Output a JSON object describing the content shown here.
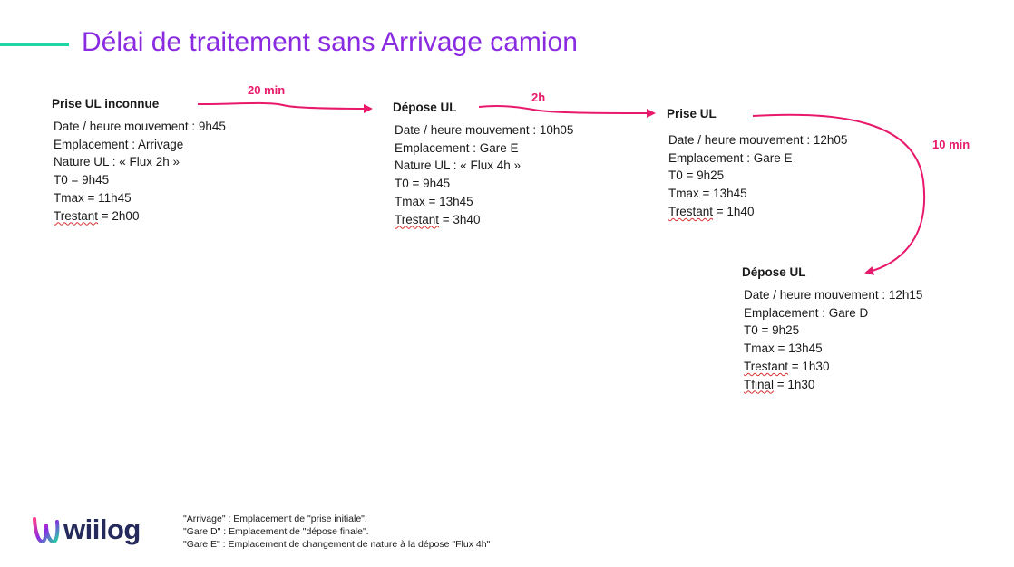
{
  "title": "Délai de traitement sans Arrivage camion",
  "colors": {
    "title": "#8a2be2",
    "accent_line": "#1fd6a4",
    "arrow": "#e8196b",
    "text": "#1a1a1a",
    "logo_text": "#252a5c"
  },
  "blocks": [
    {
      "head": "Prise UL inconnue",
      "lines": [
        {
          "text": "Date / heure mouvement : 9h45"
        },
        {
          "text": "Emplacement : Arrivage"
        },
        {
          "text": "Nature UL : « Flux 2h »"
        },
        {
          "text": "T0 = 9h45"
        },
        {
          "text": "Tmax = 11h45"
        },
        {
          "term": "Trestant",
          "text": " = 2h00"
        }
      ]
    },
    {
      "head": "Dépose UL",
      "lines": [
        {
          "text": "Date / heure mouvement : 10h05"
        },
        {
          "text": "Emplacement : Gare E"
        },
        {
          "text": "Nature UL : « Flux 4h »"
        },
        {
          "text": "T0 = 9h45"
        },
        {
          "text": "Tmax = 13h45"
        },
        {
          "term": "Trestant",
          "text": " = 3h40"
        }
      ]
    },
    {
      "head": "Prise UL",
      "lines": [
        {
          "text": "Date / heure mouvement : 12h05"
        },
        {
          "text": "Emplacement : Gare E"
        },
        {
          "text": "T0 = 9h25"
        },
        {
          "text": "Tmax = 13h45"
        },
        {
          "term": "Trestant",
          "text": " = 1h40"
        }
      ]
    },
    {
      "head": "Dépose UL",
      "lines": [
        {
          "text": "Date / heure mouvement : 12h15"
        },
        {
          "text": "Emplacement : Gare D"
        },
        {
          "text": "T0 = 9h25"
        },
        {
          "text": "Tmax = 13h45"
        },
        {
          "term": "Trestant",
          "text": " = 1h30"
        },
        {
          "term": "Tfinal",
          "text": " = 1h30"
        }
      ]
    }
  ],
  "arrows": [
    {
      "label": "20 min"
    },
    {
      "label": "2h"
    },
    {
      "label": "10 min"
    }
  ],
  "logo": {
    "text": "wiilog",
    "icon": "wiilog-logo-icon"
  },
  "footnotes": [
    "\"Arrivage\" : Emplacement de \"prise initiale\".",
    "\"Gare D\" : Emplacement de \"dépose finale\".",
    "\"Gare E\" : Emplacement de changement de nature à la dépose \"Flux 4h\""
  ]
}
